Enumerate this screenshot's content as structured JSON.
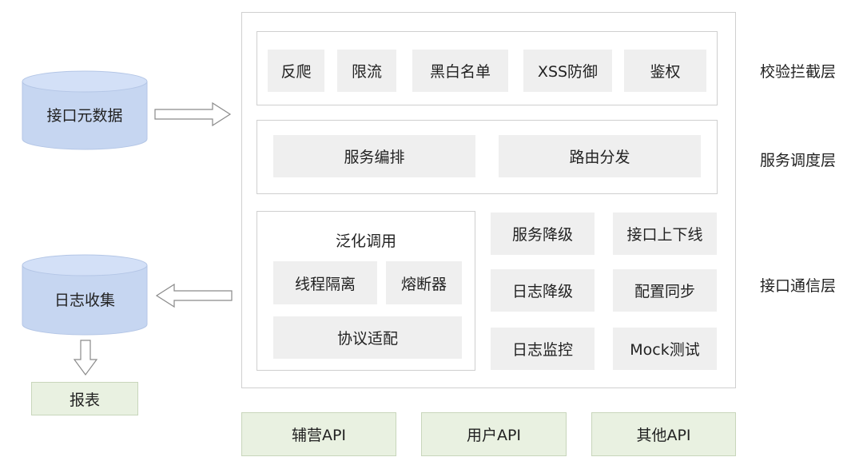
{
  "left": {
    "metadata_db": {
      "label": "接口元数据",
      "icon": "database-cylinder-icon"
    },
    "log_db": {
      "label": "日志收集",
      "icon": "database-cylinder-icon"
    },
    "report": {
      "label": "报表"
    }
  },
  "layers": {
    "validation": {
      "label": "校验拦截层",
      "items": [
        "反爬",
        "限流",
        "黑白名单",
        "XSS防御",
        "鉴权"
      ]
    },
    "scheduling": {
      "label": "服务调度层",
      "items": [
        "服务编排",
        "路由分发"
      ]
    },
    "communication": {
      "label": "接口通信层",
      "generic": {
        "title": "泛化调用",
        "items": [
          "线程隔离",
          "熔断器",
          "协议适配"
        ]
      },
      "grid": [
        "服务降级",
        "接口上下线",
        "日志降级",
        "配置同步",
        "日志监控",
        "Mock测试"
      ]
    }
  },
  "apis": [
    "辅营API",
    "用户API",
    "其他API"
  ],
  "colors": {
    "cylinder_fill": "#c6d6f1",
    "cylinder_top": "#d3e0f7",
    "chip": "#efefef",
    "api_box": "#e9f1e1",
    "border": "#cfcfcf"
  }
}
